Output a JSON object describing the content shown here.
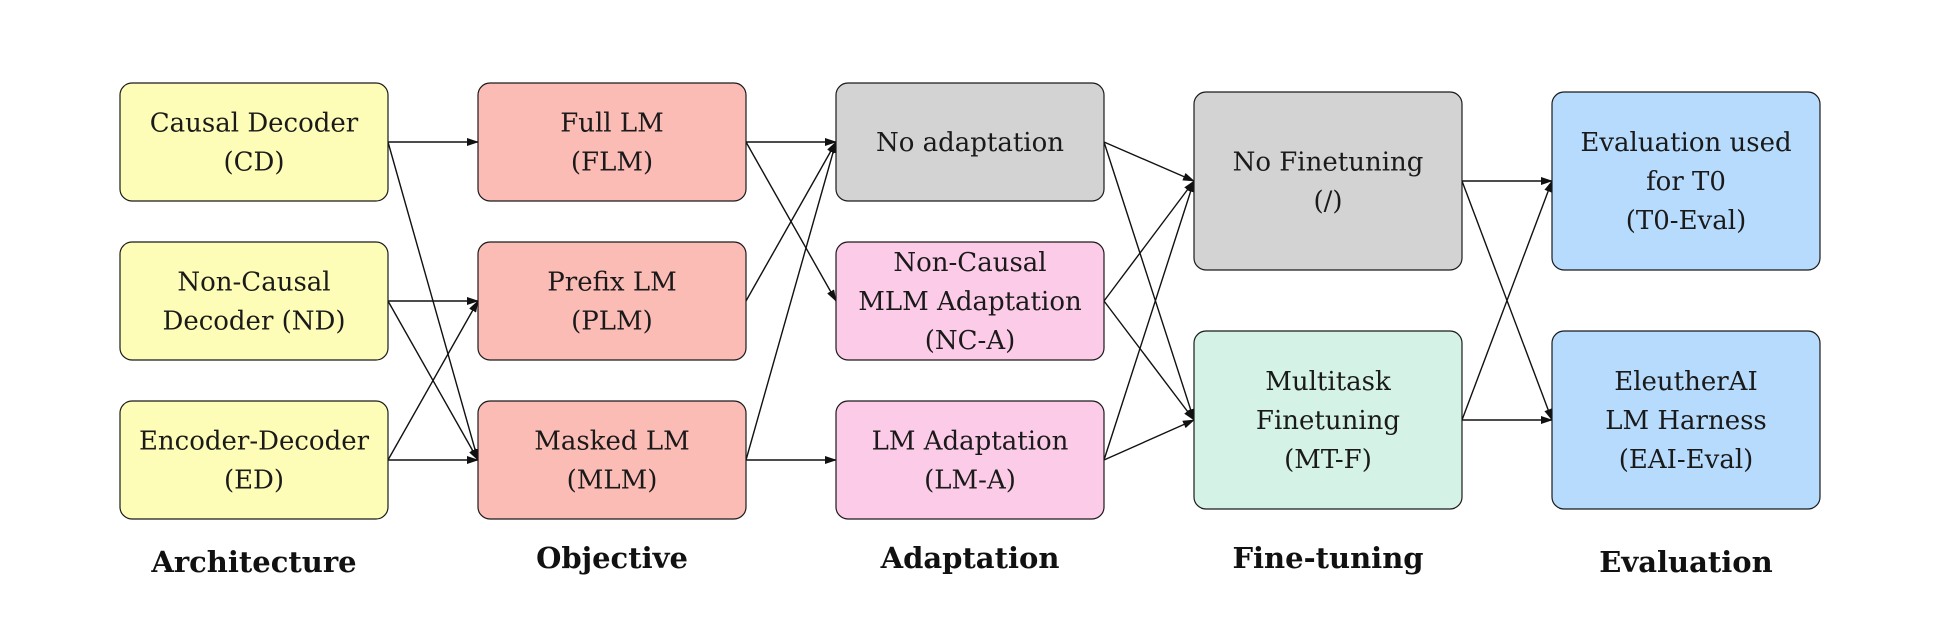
{
  "diagram": {
    "colors": {
      "architecture": "#fdfdb7",
      "objective": "#fcbcb6",
      "adaptation_none": "#d3d3d3",
      "adaptation": "#fccbe8",
      "finetune_none": "#d3d3d3",
      "finetune_multitask": "#d5f2e6",
      "evaluation": "#b7dbfc",
      "stroke": "#1a1a1a"
    },
    "columns": [
      {
        "id": "architecture",
        "label": "Architecture"
      },
      {
        "id": "objective",
        "label": "Objective"
      },
      {
        "id": "adaptation",
        "label": "Adaptation"
      },
      {
        "id": "finetuning",
        "label": "Fine-tuning"
      },
      {
        "id": "evaluation",
        "label": "Evaluation"
      }
    ],
    "nodes": [
      {
        "id": "cd",
        "column": "architecture",
        "lines": [
          "Causal Decoder",
          "(CD)"
        ],
        "color": "architecture"
      },
      {
        "id": "nd",
        "column": "architecture",
        "lines": [
          "Non-Causal",
          "Decoder (ND)"
        ],
        "color": "architecture"
      },
      {
        "id": "ed",
        "column": "architecture",
        "lines": [
          "Encoder-Decoder",
          "(ED)"
        ],
        "color": "architecture"
      },
      {
        "id": "flm",
        "column": "objective",
        "lines": [
          "Full LM",
          "(FLM)"
        ],
        "color": "objective"
      },
      {
        "id": "plm",
        "column": "objective",
        "lines": [
          "Prefix LM",
          "(PLM)"
        ],
        "color": "objective"
      },
      {
        "id": "mlm",
        "column": "objective",
        "lines": [
          "Masked LM",
          "(MLM)"
        ],
        "color": "objective"
      },
      {
        "id": "noad",
        "column": "adaptation",
        "lines": [
          "No adaptation"
        ],
        "color": "adaptation_none"
      },
      {
        "id": "nca",
        "column": "adaptation",
        "lines": [
          "Non-Causal",
          "MLM Adaptation",
          "(NC-A)"
        ],
        "color": "adaptation"
      },
      {
        "id": "lma",
        "column": "adaptation",
        "lines": [
          "LM Adaptation",
          "(LM-A)"
        ],
        "color": "adaptation"
      },
      {
        "id": "noft",
        "column": "finetuning",
        "lines": [
          "No Finetuning",
          "(/)"
        ],
        "color": "finetune_none"
      },
      {
        "id": "mtf",
        "column": "finetuning",
        "lines": [
          "Multitask",
          "Finetuning",
          "(MT-F)"
        ],
        "color": "finetune_multitask"
      },
      {
        "id": "t0",
        "column": "evaluation",
        "lines": [
          "Evaluation used",
          "for T0",
          "(T0-Eval)"
        ],
        "color": "evaluation"
      },
      {
        "id": "eai",
        "column": "evaluation",
        "lines": [
          "EleutherAI",
          "LM Harness",
          "(EAI-Eval)"
        ],
        "color": "evaluation"
      }
    ],
    "edges": [
      {
        "from": "cd",
        "to": "flm"
      },
      {
        "from": "cd",
        "to": "mlm"
      },
      {
        "from": "nd",
        "to": "plm"
      },
      {
        "from": "nd",
        "to": "mlm"
      },
      {
        "from": "ed",
        "to": "plm"
      },
      {
        "from": "ed",
        "to": "mlm"
      },
      {
        "from": "flm",
        "to": "noad"
      },
      {
        "from": "flm",
        "to": "nca"
      },
      {
        "from": "plm",
        "to": "noad"
      },
      {
        "from": "mlm",
        "to": "noad"
      },
      {
        "from": "mlm",
        "to": "lma"
      },
      {
        "from": "noad",
        "to": "noft"
      },
      {
        "from": "noad",
        "to": "mtf"
      },
      {
        "from": "nca",
        "to": "noft"
      },
      {
        "from": "nca",
        "to": "mtf"
      },
      {
        "from": "lma",
        "to": "noft"
      },
      {
        "from": "lma",
        "to": "mtf"
      },
      {
        "from": "noft",
        "to": "t0"
      },
      {
        "from": "noft",
        "to": "eai"
      },
      {
        "from": "mtf",
        "to": "t0"
      },
      {
        "from": "mtf",
        "to": "eai"
      }
    ]
  }
}
